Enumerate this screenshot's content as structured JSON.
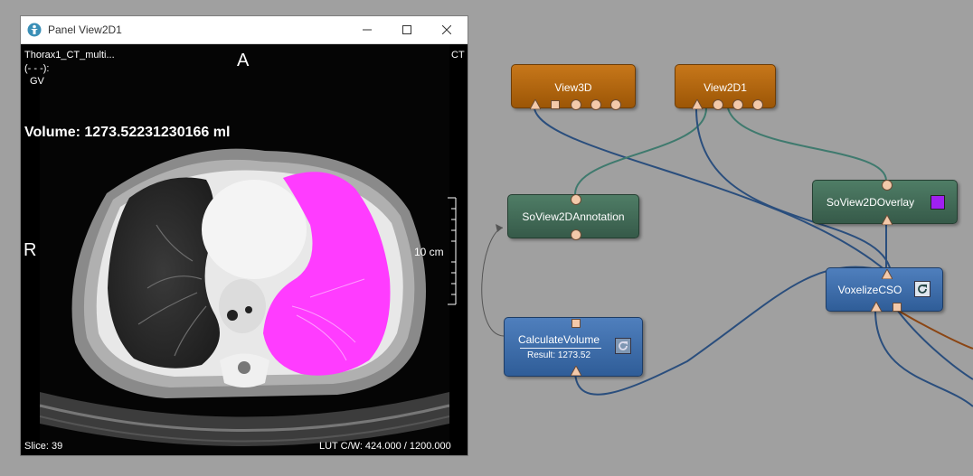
{
  "window": {
    "title": "Panel View2D1",
    "overlay": {
      "top_left_line1": "Thorax1_CT_multi...",
      "top_left_line2": "(- - -):",
      "top_left_line3": "GV",
      "top_right": "CT",
      "orientation_top": "A",
      "orientation_left": "R",
      "volume": "Volume: 1273.52231230166 ml",
      "scale": "10 cm",
      "slice": "Slice: 39",
      "lut": "LUT C/W: 424.000 / 1200.000"
    }
  },
  "network": {
    "nodes": [
      {
        "id": "view3d",
        "label": "View3D",
        "color": "#b5650f"
      },
      {
        "id": "view2d1",
        "label": "View2D1",
        "color": "#b5650f"
      },
      {
        "id": "soview2dannotation",
        "label": "SoView2DAnnotation",
        "color": "#436e59"
      },
      {
        "id": "soview2doverlay",
        "label": "SoView2DOverlay",
        "color": "#436e59"
      },
      {
        "id": "voxelizecso",
        "label": "VoxelizeCSO",
        "color": "#3d6eaa"
      },
      {
        "id": "calculatevolume",
        "label": "CalculateVolume",
        "result": "Result: 1273.52",
        "color": "#3d6eaa"
      }
    ],
    "overlay_swatch_color": "#a020f0"
  },
  "colors": {
    "background": "#a0a0a0",
    "segmentation": "#ff3cff",
    "link_blue": "#2a4e7d",
    "link_green": "#3f7a6e",
    "link_brown": "#8b4513"
  }
}
